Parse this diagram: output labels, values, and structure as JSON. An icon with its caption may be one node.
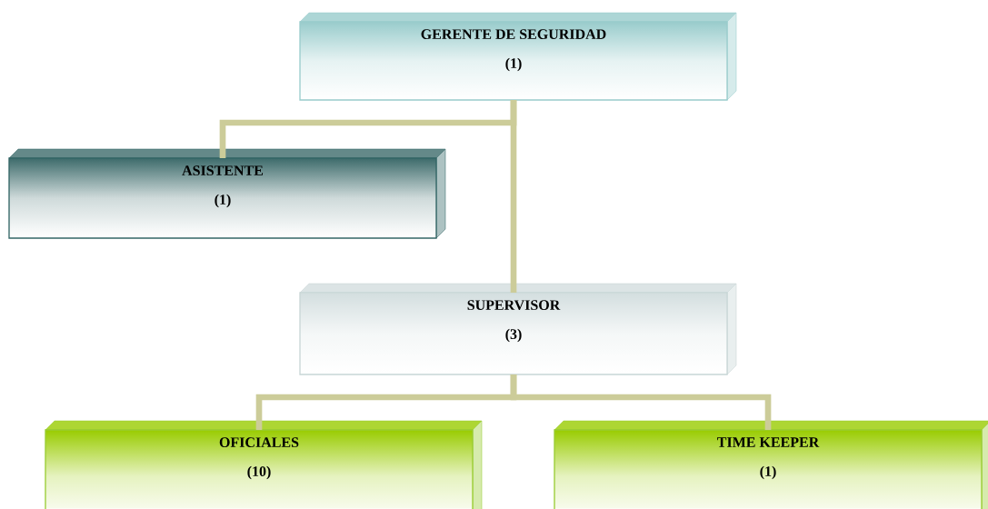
{
  "diagram": {
    "nodes": [
      {
        "text": [
          "GERENTE DE SEGURIDAD",
          "(1)"
        ]
      },
      {
        "text": [
          "ASISTENTE",
          "(1)"
        ]
      },
      {
        "text": [
          "SUPERVISOR",
          "(3)"
        ]
      },
      {
        "text": [
          "OFICIALES",
          "(10)"
        ]
      },
      {
        "text": [
          "TIME KEEPER",
          "(1)"
        ]
      }
    ],
    "edges": [
      {
        "from": 0,
        "to": 2,
        "arrow": "none"
      },
      {
        "from": 0,
        "to": 1,
        "arrow": "none"
      },
      {
        "from": 2,
        "to": 3,
        "arrow": "none"
      },
      {
        "from": 2,
        "to": 4,
        "arrow": "none"
      }
    ]
  }
}
